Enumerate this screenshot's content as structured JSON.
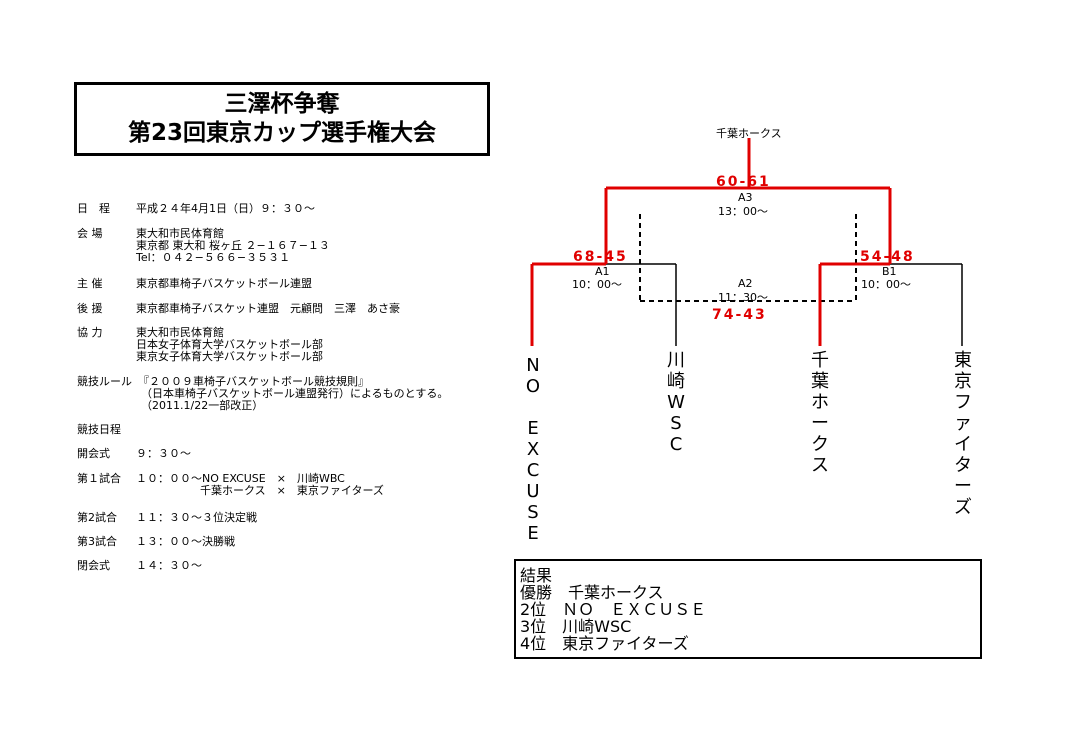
{
  "title": {
    "line1": "三澤杯争奪",
    "line2": "第23回東京カップ選手権大会"
  },
  "info": {
    "schedule_label": "日　程",
    "schedule_value": "平成２４年4月1日（日）９：３０～",
    "venue_label": "会 場",
    "venue_lines": [
      "東大和市民体育館",
      "東京都 東大和 桜ヶ丘 ２−１６７−１３",
      "Tel：０４２−５６６−３５３１"
    ],
    "host_label": "主 催",
    "host_value": "東京都車椅子バスケットボール連盟",
    "support_label": "後 援",
    "support_value": "東京都車椅子バスケット連盟　元顧問　三澤　あさ豪",
    "coop_label": "協 力",
    "coop_lines": [
      "東大和市民体育館",
      "日本女子体育大学バスケットボール部",
      "東京女子体育大学バスケットボール部"
    ],
    "rules_label": "競技ルール",
    "rules_lines": [
      "『２００９車椅子バスケットボール競技規則』",
      "（日本車椅子バスケットボール連盟発行）によるものとする。",
      "（2011.1/22一部改正）"
    ],
    "program_label": "競技日程",
    "opening_label": "開会式",
    "opening_value": "９：３０～",
    "game1_label": "第１試合",
    "game1_line1": "１０：００～NO EXCUSE　×　川崎WBC",
    "game1_line2": "千葉ホークス　×　東京ファイターズ",
    "game2_label": "第2試合",
    "game2_value": "１１：３０～３位決定戦",
    "game3_label": "第3試合",
    "game3_value": "１３：００～決勝戦",
    "closing_label": "閉会式",
    "closing_value": "１４：３０～"
  },
  "bracket": {
    "champion": "千葉ホークス",
    "final_score": "60-61",
    "final_code": "A3",
    "final_time": "13：00～",
    "a1_score": "68-45",
    "a1_code": "A1",
    "a1_time": "10：00～",
    "b1_score": "54-48",
    "b1_code": "B1",
    "b1_time": "10：00～",
    "a2_code": "A2",
    "a2_time": "11：30～",
    "a2_score": "74-43",
    "teams": [
      {
        "name_chars": [
          "N",
          "O",
          "",
          "E",
          "X",
          "C",
          "U",
          "S",
          "E"
        ]
      },
      {
        "name_chars": [
          "川",
          "崎",
          "W",
          "S",
          "C"
        ]
      },
      {
        "name_chars": [
          "千",
          "葉",
          "ホ",
          "ー",
          "ク",
          "ス"
        ]
      },
      {
        "name_chars": [
          "東",
          "京",
          "フ",
          "ァ",
          "イ",
          "タ",
          "ー",
          "ズ"
        ]
      }
    ],
    "colors": {
      "win": "#e00000",
      "line": "#000000"
    }
  },
  "result": {
    "heading": "結果",
    "first": "優勝　千葉ホークス",
    "second": "2位　ＮＯ　ＥＸＣＵＳＥ",
    "third": "3位　川崎WSC",
    "fourth": "4位　東京ファイターズ"
  }
}
